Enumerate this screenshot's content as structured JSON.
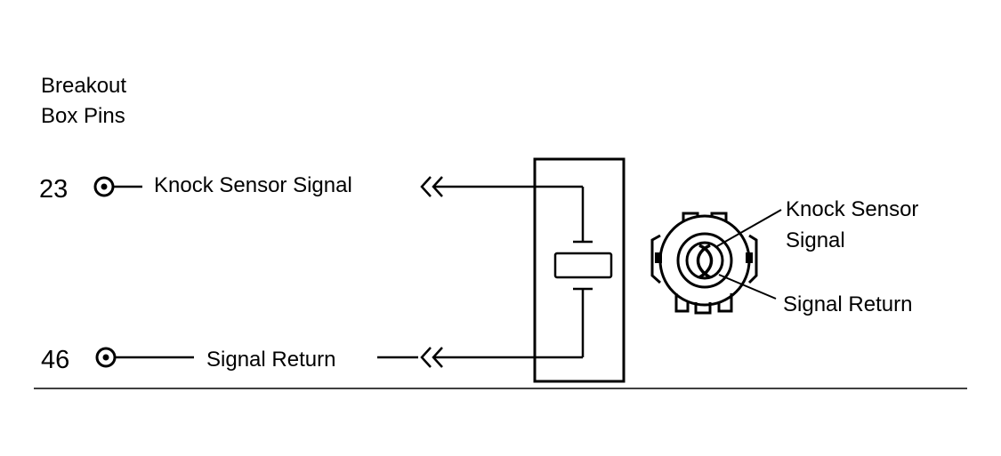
{
  "heading": {
    "line1": "Breakout",
    "line2": "Box Pins"
  },
  "pins": [
    {
      "number": "23",
      "label": "Knock Sensor Signal"
    },
    {
      "number": "46",
      "label": "Signal Return"
    }
  ],
  "connector_callouts": {
    "signal_line1": "Knock Sensor",
    "signal_line2": "Signal",
    "return": "Signal Return"
  },
  "colors": {
    "ink": "#000000",
    "background": "#ffffff"
  }
}
